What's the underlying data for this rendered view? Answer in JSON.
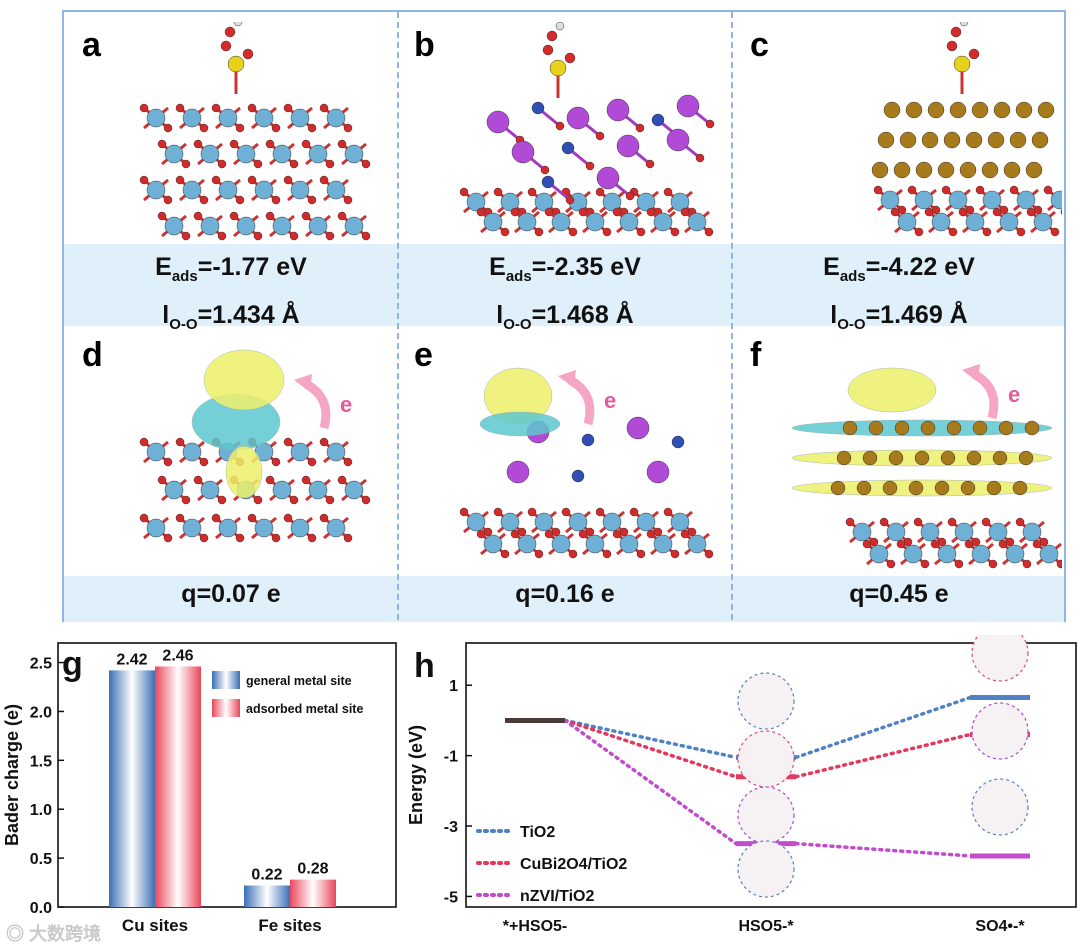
{
  "panels": {
    "a": {
      "letter": "a",
      "eads": "-1.77 eV",
      "loo": "1.434 Å"
    },
    "b": {
      "letter": "b",
      "eads": "-2.35 eV",
      "loo": "1.468 Å"
    },
    "c": {
      "letter": "c",
      "eads": "-4.22 eV",
      "loo": "1.469 Å"
    },
    "d": {
      "letter": "d",
      "q": "q=0.07 e",
      "arrow": "e"
    },
    "e": {
      "letter": "e",
      "q": "q=0.16 e",
      "arrow": "e"
    },
    "f": {
      "letter": "f",
      "q": "q=0.45 e",
      "arrow": "e"
    }
  },
  "labels": {
    "E": "E",
    "ads": "ads",
    "eq": "=",
    "l": "l",
    "oo": "O-O"
  },
  "colors": {
    "frame": "#8fb6e3",
    "band": "#dff0fa",
    "ti": "#6fb1d6",
    "o": "#d42a2a",
    "s": "#e8d11a",
    "bi": "#b24ad8",
    "cu": "#2f4fb5",
    "fe": "#a77a1c",
    "yellow_iso": "#eef06a",
    "cyan_iso": "#5ec7cf"
  },
  "chart_data": [
    {
      "panel": "g",
      "type": "bar",
      "ylabel": "Bader charge (e)",
      "categories": [
        "Cu sites",
        "Fe sites"
      ],
      "series": [
        {
          "name": "general metal site",
          "values": [
            2.42,
            0.22
          ],
          "color": "#3b6fb5"
        },
        {
          "name": "adsorbed metal site",
          "values": [
            2.46,
            0.28
          ],
          "color": "#e8475a"
        }
      ],
      "ylim": [
        0,
        2.7
      ],
      "yticks": [
        "0.0",
        "0.5",
        "1.0",
        "1.5",
        "2.0",
        "2.5"
      ],
      "data_labels": [
        "2.42",
        "2.46",
        "0.22",
        "0.28"
      ],
      "legend": "top-right"
    },
    {
      "panel": "h",
      "type": "line",
      "ylabel": "Energy (eV)",
      "categories": [
        "*+HSO5-",
        "HSO5-*",
        "SO4•-*"
      ],
      "yticks": [
        "1",
        "-1",
        "-3",
        "-5"
      ],
      "ylim": [
        -5.3,
        2.2
      ],
      "series": [
        {
          "name": "TiO2",
          "values": [
            0,
            -1.05,
            0.65
          ],
          "color": "#4f82c4"
        },
        {
          "name": "CuBi2O4/TiO2",
          "values": [
            0,
            -1.6,
            -0.4
          ],
          "color": "#e23a5f"
        },
        {
          "name": "nZVI/TiO2",
          "values": [
            0,
            -3.5,
            -3.85
          ],
          "color": "#c24ccb"
        }
      ],
      "legend": "bottom-left"
    }
  ]
}
